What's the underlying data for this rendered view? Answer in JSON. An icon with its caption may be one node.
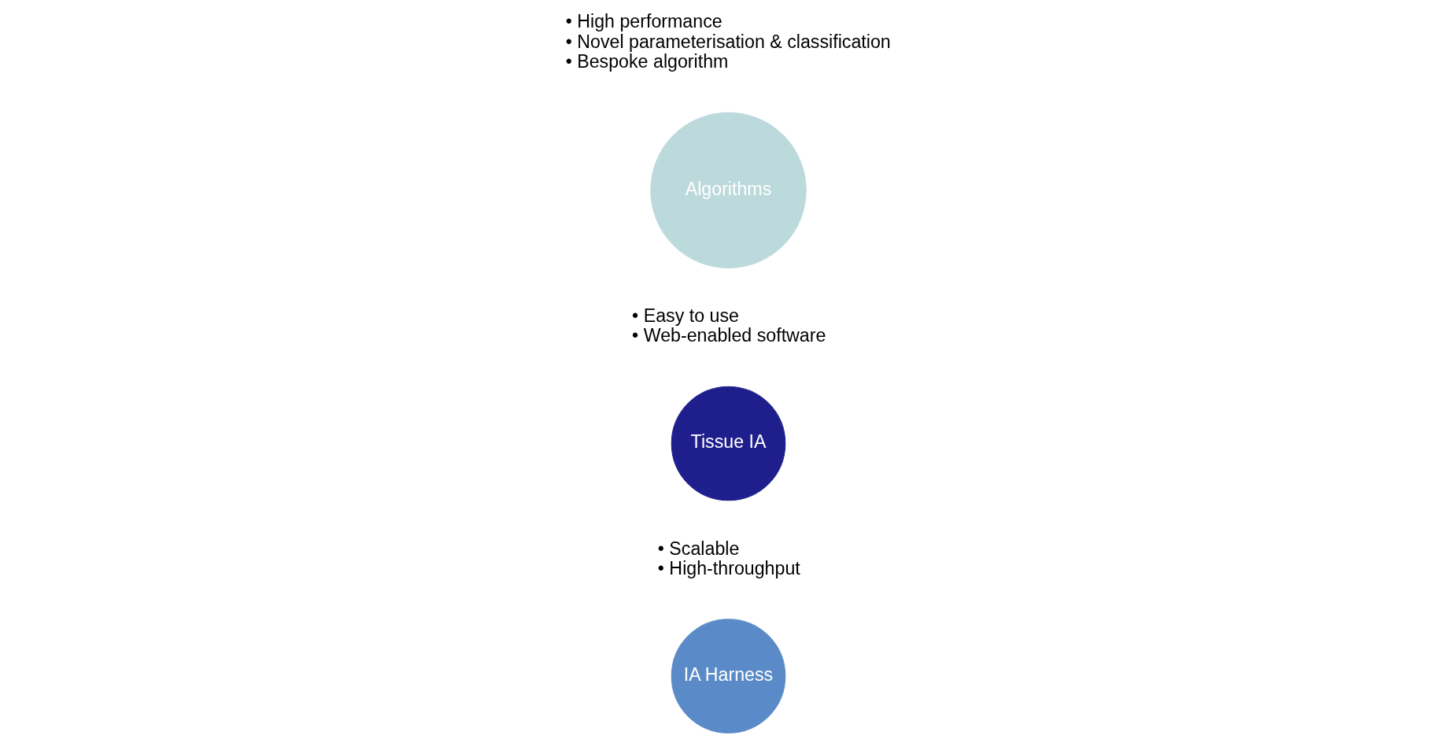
{
  "diagram": {
    "nodes": [
      {
        "text": [
          "Tissue IA"
        ],
        "beside": [
          "• Easy to use",
          "• Web-enabled software"
        ]
      },
      {
        "text": [
          "IA Harness"
        ],
        "beside": [
          "• Scalable",
          "• High-throughput"
        ]
      },
      {
        "text": [
          "Algorithms"
        ],
        "beside": [
          "• High performance",
          "• Novel parameterisation & classification",
          "• Bespoke algorithm"
        ]
      }
    ]
  }
}
